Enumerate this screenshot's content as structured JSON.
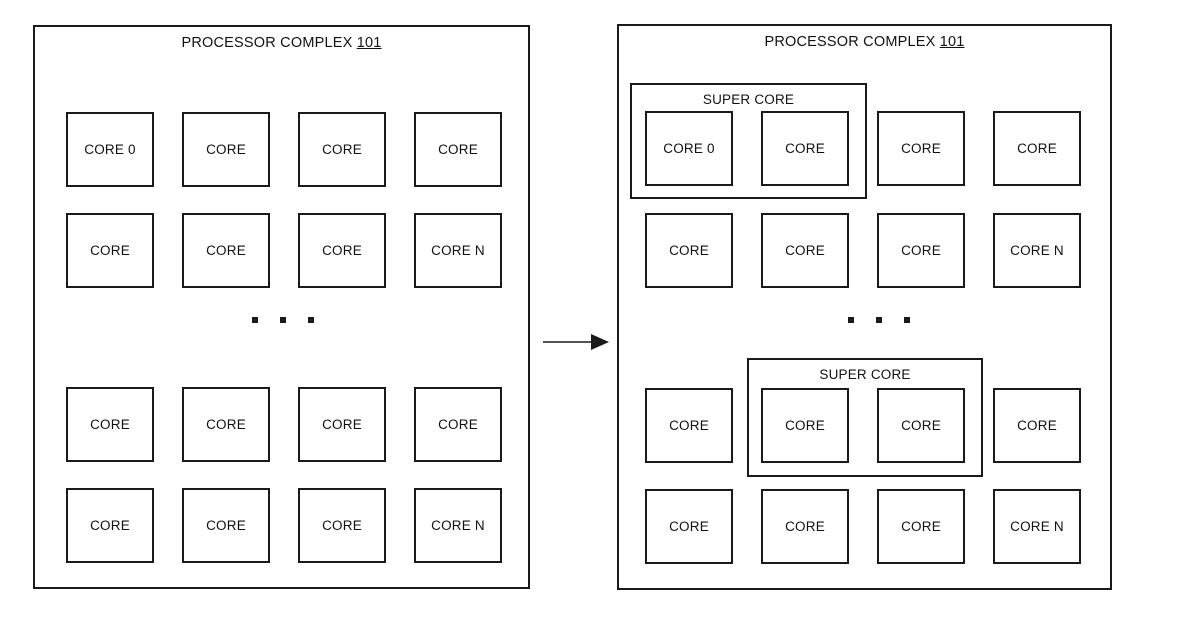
{
  "figure": {
    "kind": "patent-diagram",
    "stroke_color": "#1a1a1a",
    "background_color": "#ffffff"
  },
  "panels": [
    {
      "id": "before",
      "title_text": "PROCESSOR COMPLEX",
      "title_ref": "101",
      "super_cores": [],
      "ellipsis_dots": 3,
      "rows": [
        {
          "cores": [
            "CORE 0",
            "CORE",
            "CORE",
            "CORE"
          ]
        },
        {
          "cores": [
            "CORE",
            "CORE",
            "CORE",
            "CORE N"
          ]
        },
        {
          "cores": [
            "CORE",
            "CORE",
            "CORE",
            "CORE"
          ]
        },
        {
          "cores": [
            "CORE",
            "CORE",
            "CORE",
            "CORE N"
          ]
        }
      ]
    },
    {
      "id": "after",
      "title_text": "PROCESSOR COMPLEX",
      "title_ref": "101",
      "super_cores": [
        {
          "label": "SUPER CORE",
          "row": 1,
          "columns": [
            1,
            2
          ]
        },
        {
          "label": "SUPER CORE",
          "row": 3,
          "columns": [
            2,
            3
          ]
        }
      ],
      "ellipsis_dots": 3,
      "rows": [
        {
          "cores": [
            "CORE 0",
            "CORE",
            "CORE",
            "CORE"
          ]
        },
        {
          "cores": [
            "CORE",
            "CORE",
            "CORE",
            "CORE N"
          ]
        },
        {
          "cores": [
            "CORE",
            "CORE",
            "CORE",
            "CORE"
          ]
        },
        {
          "cores": [
            "CORE",
            "CORE",
            "CORE",
            "CORE N"
          ]
        }
      ]
    }
  ],
  "arrow": {
    "name": "transformation-arrow",
    "direction": "right"
  }
}
